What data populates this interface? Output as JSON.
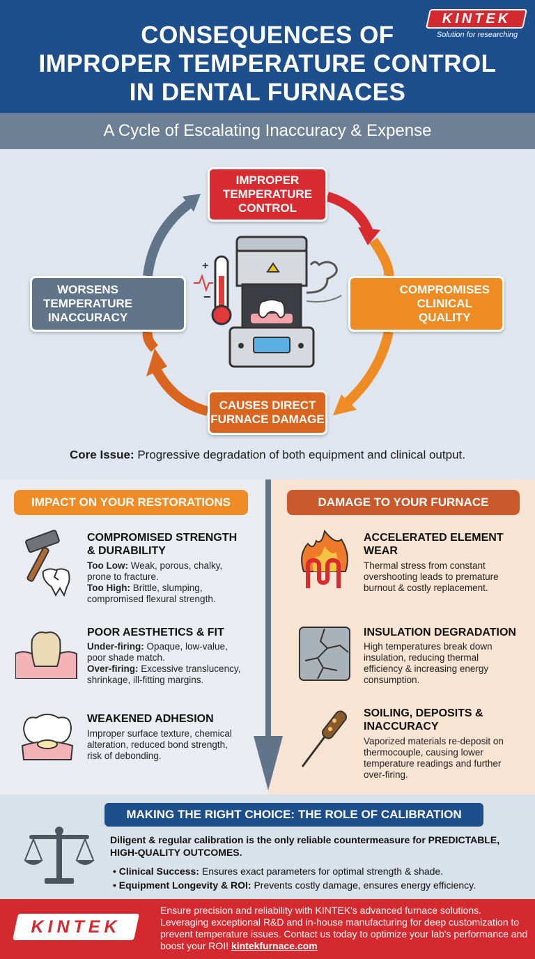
{
  "header": {
    "title_lines": [
      "CONSEQUENCES OF",
      "IMPROPER TEMPERATURE CONTROL",
      "IN DENTAL FURNACES"
    ],
    "logo_text": "KINTEK",
    "tagline": "Solution for researching",
    "subtitle": "A Cycle of Escalating Inaccuracy & Expense"
  },
  "cycle": {
    "top": [
      "IMPROPER",
      "TEMPERATURE",
      "CONTROL"
    ],
    "right": [
      "COMPROMISES",
      "CLINICAL",
      "QUALITY"
    ],
    "bottom": [
      "CAUSES DIRECT",
      "FURNACE DAMAGE"
    ],
    "left": [
      "WORSENS",
      "TEMPERATURE",
      "INACCURACY"
    ],
    "core_label": "Core Issue:",
    "core_text": " Progressive degradation of both equipment and clinical output."
  },
  "restorations": {
    "heading": "IMPACT ON YOUR RESTORATIONS",
    "items": [
      {
        "title": [
          "COMPROMISED STRENGTH",
          "& DURABILITY"
        ],
        "lines": [
          {
            "b": "Too Low:",
            "t": " Weak, porous, chalky,"
          },
          {
            "b": "",
            "t": "prone to fracture."
          },
          {
            "b": "Too High:",
            "t": " Brittle, slumping,"
          },
          {
            "b": "",
            "t": "compromised flexural strength."
          }
        ]
      },
      {
        "title": [
          "POOR AESTHETICS & FIT"
        ],
        "lines": [
          {
            "b": "Under-firing:",
            "t": " Opaque, low-value,"
          },
          {
            "b": "",
            "t": "poor shade match."
          },
          {
            "b": "Over-firing:",
            "t": " Excessive translucency,"
          },
          {
            "b": "",
            "t": "shrinkage, ill-fitting margins."
          }
        ]
      },
      {
        "title": [
          "WEAKENED ADHESION"
        ],
        "lines": [
          {
            "b": "",
            "t": "Improper surface texture, chemical"
          },
          {
            "b": "",
            "t": "alteration, reduced bond strength,"
          },
          {
            "b": "",
            "t": "risk of debonding."
          }
        ]
      }
    ]
  },
  "furnace": {
    "heading": "DAMAGE TO YOUR FURNACE",
    "items": [
      {
        "title": [
          "ACCELERATED ELEMENT",
          "WEAR"
        ],
        "lines": [
          "Thermal stress from constant",
          "overshooting leads to premature",
          "burnout & costly replacement."
        ]
      },
      {
        "title": [
          "INSULATION DEGRADATION"
        ],
        "lines": [
          "High temperatures break down",
          "insulation, reducing thermal",
          "efficiency & increasing energy",
          "consumption."
        ]
      },
      {
        "title": [
          "SOILING, DEPOSITS &",
          "INACCURACY"
        ],
        "lines": [
          "Vaporized materials re-deposit on",
          "thermocouple, causing lower",
          "temperature readings and further",
          "over-firing."
        ]
      }
    ]
  },
  "calibration": {
    "heading": "MAKING THE RIGHT CHOICE: THE ROLE OF CALIBRATION",
    "main": "Diligent & regular calibration is the only reliable countermeasure for PREDICTABLE, HIGH-QUALITY OUTCOMES.",
    "bullets": [
      {
        "b": "Clinical Success:",
        "t": " Ensures exact parameters for optimal strength & shade."
      },
      {
        "b": "Equipment Longevity & ROI:",
        "t": " Prevents costly damage, ensures energy efficiency."
      }
    ]
  },
  "footer": {
    "logo_text": "KINTEK",
    "text": "Ensure precision and reliability with KINTEK's advanced furnace solutions. Leveraging exceptional R&D and in-house manufacturing for deep customization to prevent temperature issues. Contact us today to optimize your lab's performance and boost your ROI! ",
    "link": "kintekfurnace.com"
  },
  "colors": {
    "header_blue": "#1d4f8c",
    "sub_gray": "#6d8095",
    "red": "#d82b2f",
    "orange": "#ef8b23",
    "dark_orange": "#d9651f",
    "slate": "#607589"
  },
  "icons": [
    "furnace-icon",
    "thermometer-icon",
    "cracked-tooth-icon",
    "heating-element-icon",
    "hammer-icon",
    "tooth-gum-icon",
    "crown-icon",
    "flame-element-icon",
    "cracked-insulation-icon",
    "thermocouple-icon",
    "scale-icon"
  ]
}
